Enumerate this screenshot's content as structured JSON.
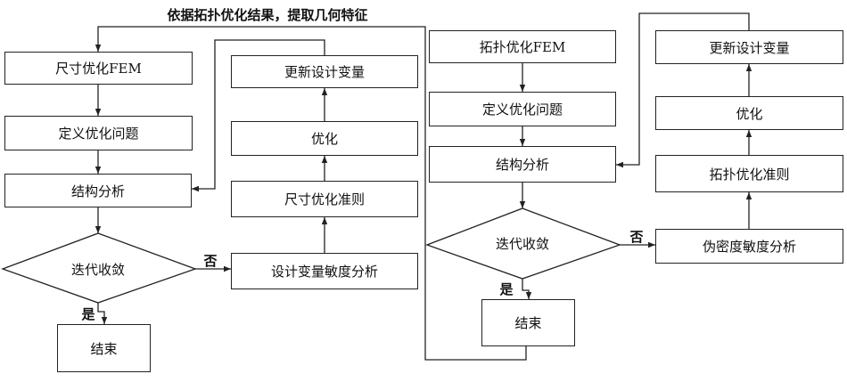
{
  "top_note": "依据拓扑优化结果，提取几何特征",
  "left": {
    "fem": "尺寸优化FEM",
    "define": "定义优化问题",
    "analysis": "结构分析",
    "converge": "迭代收敛",
    "no": "否",
    "yes": "是",
    "end": "结束",
    "sensitivity": "设计变量敏度分析",
    "criterion": "尺寸优化准则",
    "optimize": "优化",
    "update": "更新设计变量"
  },
  "right": {
    "fem": "拓扑优化FEM",
    "define": "定义优化问题",
    "analysis": "结构分析",
    "converge": "迭代收敛",
    "no": "否",
    "yes": "是",
    "end": "结束",
    "sensitivity": "伪密度敏度分析",
    "criterion": "拓扑优化准则",
    "optimize": "优化",
    "update": "更新设计变量"
  }
}
